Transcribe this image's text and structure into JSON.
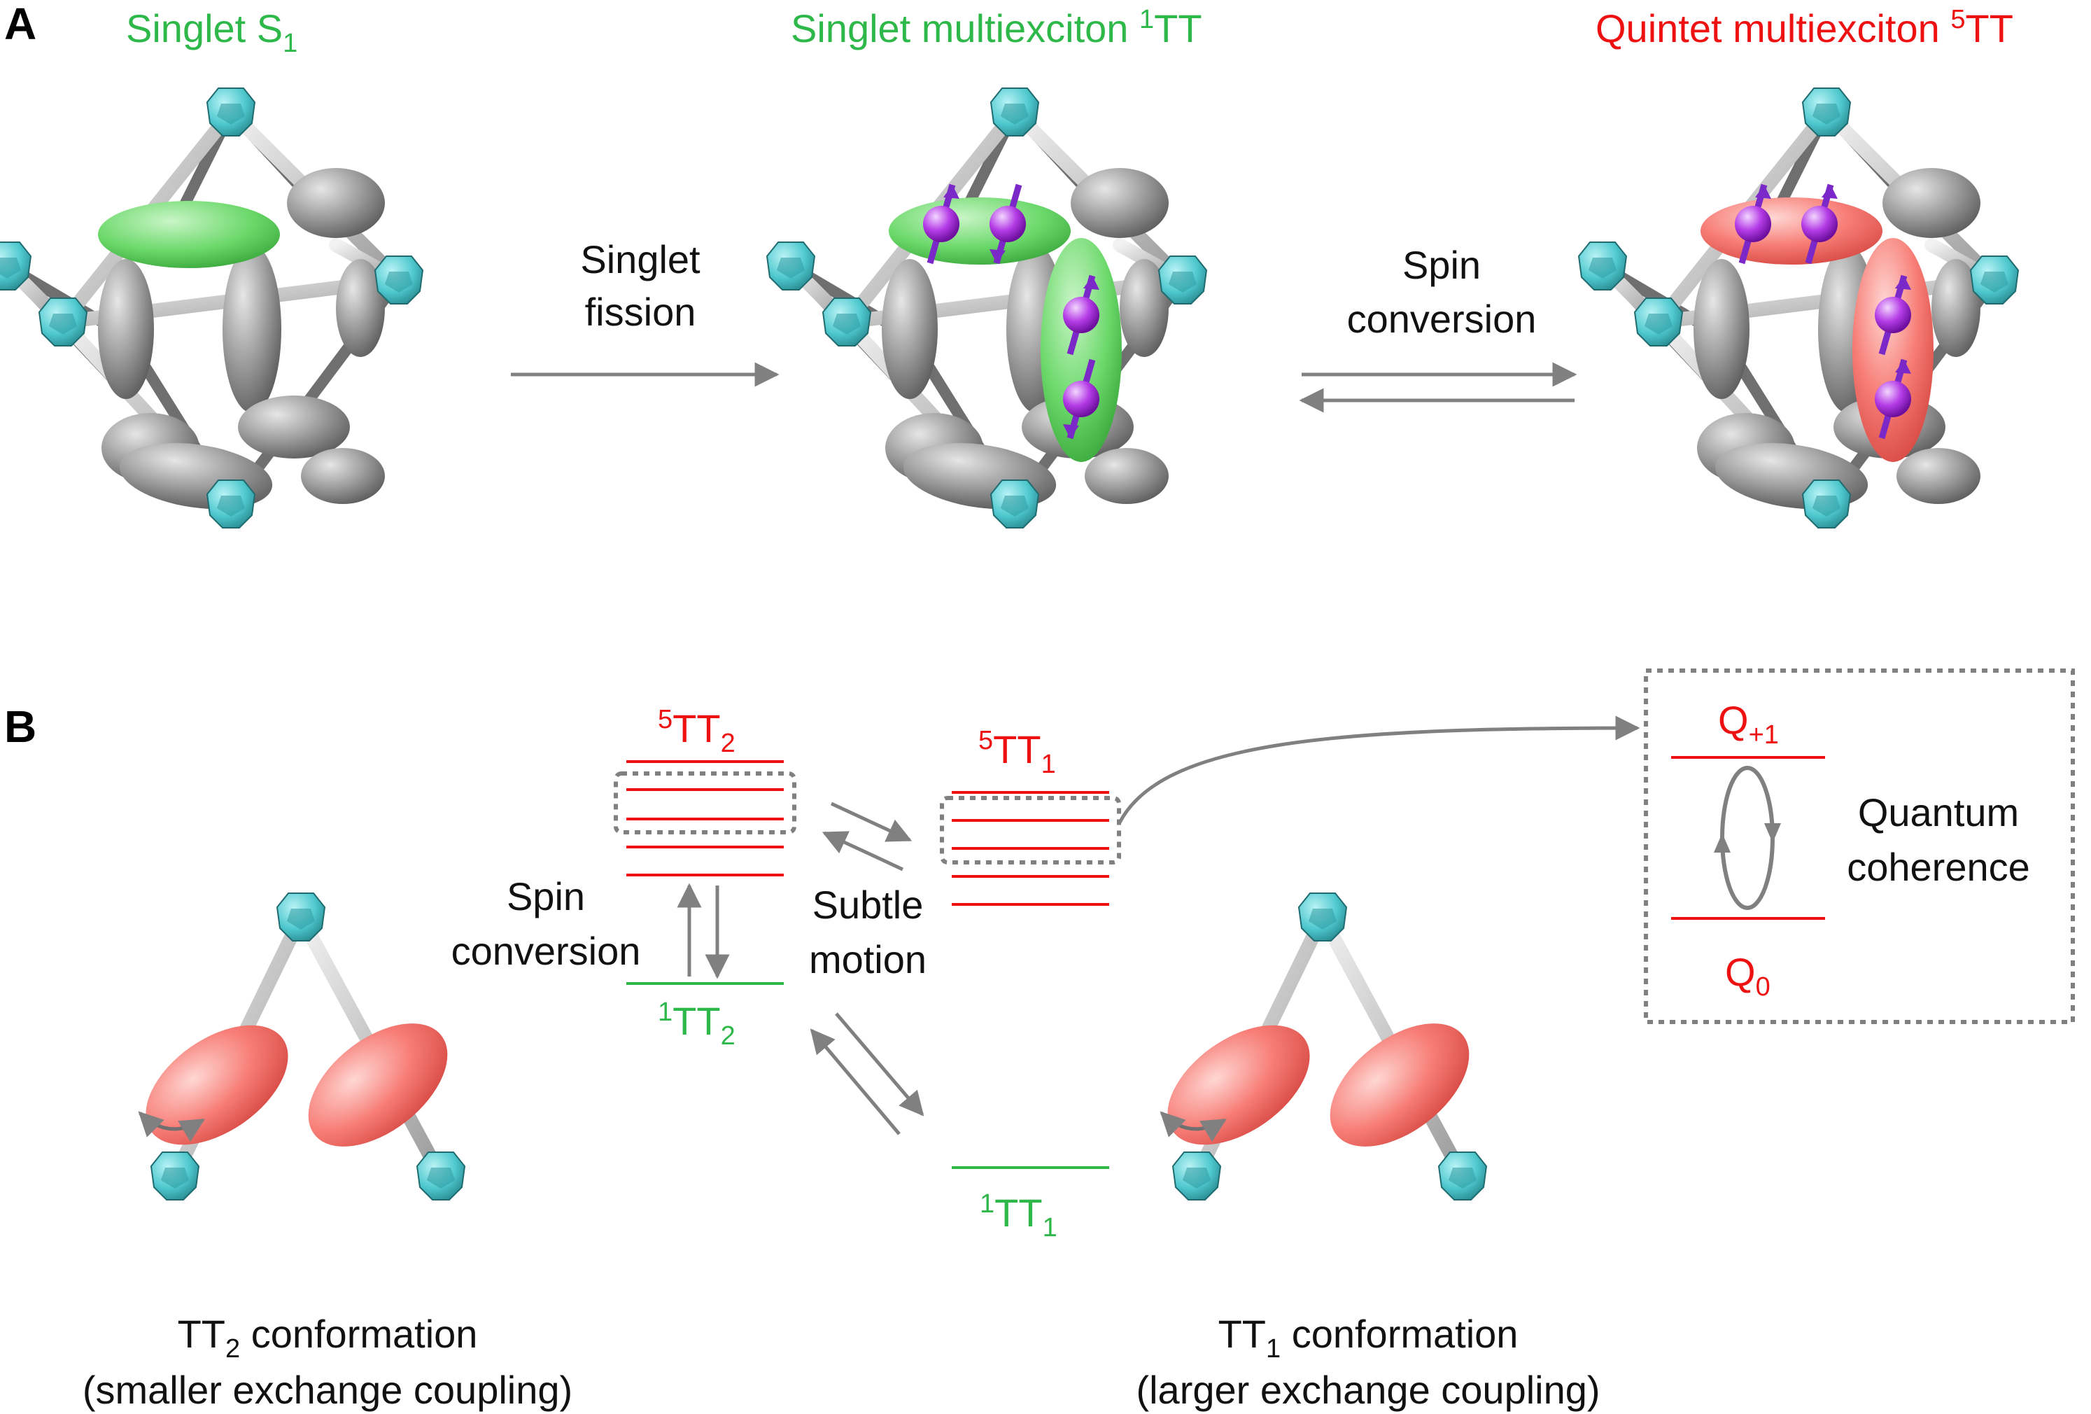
{
  "panel_a": {
    "letter": "A",
    "titles": {
      "singlet": {
        "main": "Singlet S",
        "sub": "1"
      },
      "singlet_tt": {
        "main": "Singlet multiexciton ",
        "sup": "1",
        "end": "TT"
      },
      "quintet_tt": {
        "main": "Quintet multiexciton ",
        "sup": "5",
        "end": "TT"
      }
    },
    "step1": {
      "line1": "Singlet",
      "line2": "fission"
    },
    "step2": {
      "line1": "Spin",
      "line2": "conversion"
    }
  },
  "panel_b": {
    "letter": "B",
    "levels": {
      "q_tt2": {
        "sup": "5",
        "main": "TT",
        "sub": "2"
      },
      "q_tt1": {
        "sup": "5",
        "main": "TT",
        "sub": "1"
      },
      "s_tt2": {
        "sup": "1",
        "main": "TT",
        "sub": "2"
      },
      "s_tt1": {
        "sup": "1",
        "main": "TT",
        "sub": "1"
      }
    },
    "spin_conversion": {
      "line1": "Spin",
      "line2": "conversion"
    },
    "subtle_motion": {
      "line1": "Subtle",
      "line2": "motion"
    },
    "inset": {
      "q_plus": {
        "main": "Q",
        "sub": "+1"
      },
      "q_zero": {
        "main": "Q",
        "sub": "0"
      },
      "coherence": {
        "line1": "Quantum",
        "line2": "coherence"
      }
    },
    "tt2_conf": {
      "main": "TT",
      "sub": "2",
      "rest": " conformation",
      "line2": "(smaller exchange coupling)"
    },
    "tt1_conf": {
      "main": "TT",
      "sub": "1",
      "rest": " conformation",
      "line2": "(larger exchange coupling)"
    }
  },
  "colors": {
    "singlet": "#2eb84a",
    "quintet": "#ee1111",
    "node": "#4fc9cf",
    "gray_lobe": "#9a9a9a",
    "spin": "#8a2be2",
    "arrow": "#808080"
  }
}
